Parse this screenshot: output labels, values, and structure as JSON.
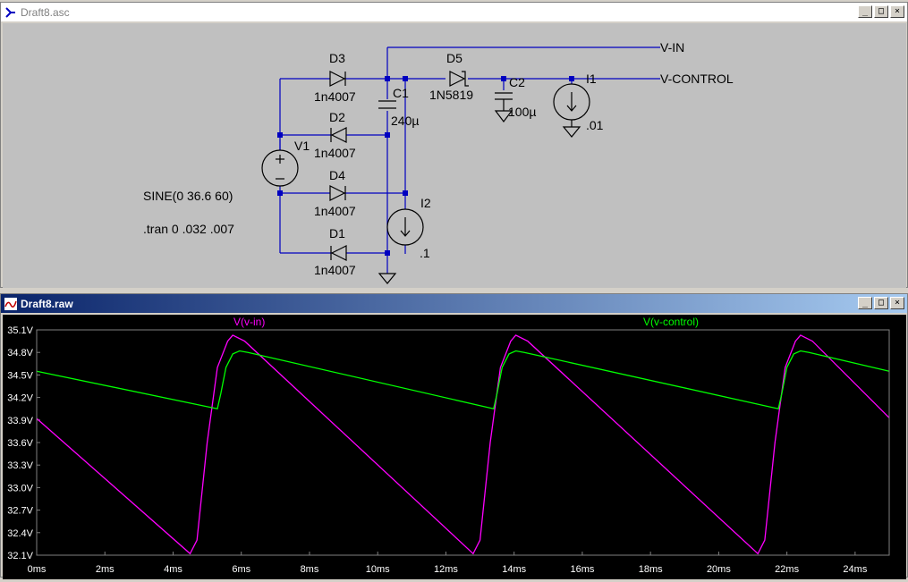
{
  "schematic_window": {
    "title": "Draft8.asc",
    "min_label": "_",
    "max_label": "□",
    "close_label": "×",
    "labels": {
      "d3": "D3",
      "d3_model": "1n4007",
      "d2": "D2",
      "d2_model": "1n4007",
      "d4": "D4",
      "d4_model": "1n4007",
      "d1": "D1",
      "d1_model": "1n4007",
      "d5": "D5",
      "d5_model": "1N5819",
      "c1": "C1",
      "c1_value": "240µ",
      "c2": "C2",
      "c2_value": "100µ",
      "v1": "V1",
      "v1_value": "SINE(0 36.6 60)",
      "tran": ".tran 0 .032 .007",
      "i1": "I1",
      "i1_value": ".01",
      "i2": "I2",
      "i2_value": ".1",
      "net_vin": "V-IN",
      "net_vcontrol": "V-CONTROL"
    },
    "colors": {
      "wire": "#0000c0",
      "component": "#000000",
      "background": "#c0c0c0"
    }
  },
  "waveform_window": {
    "title": "Draft8.raw",
    "min_label": "_",
    "max_label": "□",
    "close_label": "×",
    "trace_labels": {
      "vin": "V(v-in)",
      "vcontrol": "V(v-control)"
    },
    "colors": {
      "vin": "#ff00ff",
      "vcontrol": "#00ff00",
      "background": "#000000",
      "axis": "#808080",
      "ticks": "#ffffff"
    }
  },
  "chart_data": {
    "type": "line",
    "x_ticks": [
      "0ms",
      "2ms",
      "4ms",
      "6ms",
      "8ms",
      "10ms",
      "12ms",
      "14ms",
      "16ms",
      "18ms",
      "20ms",
      "22ms",
      "24ms"
    ],
    "y_ticks": [
      "35.1V",
      "34.8V",
      "34.5V",
      "34.2V",
      "33.9V",
      "33.6V",
      "33.3V",
      "33.0V",
      "32.7V",
      "32.4V",
      "32.1V"
    ],
    "xlim": [
      0,
      25.0
    ],
    "ylim": [
      32.1,
      35.1
    ],
    "series": [
      {
        "name": "V(v-in)",
        "color": "#ff00ff",
        "x": [
          0,
          4.5,
          4.7,
          5.0,
          5.3,
          5.6,
          5.75,
          6.1,
          12.8,
          13.0,
          13.3,
          13.6,
          13.9,
          14.05,
          14.4,
          21.15,
          21.35,
          21.65,
          21.95,
          22.25,
          22.4,
          22.75,
          25.0
        ],
        "y": [
          33.92,
          32.12,
          32.3,
          33.6,
          34.6,
          34.95,
          35.03,
          34.95,
          32.12,
          32.3,
          33.6,
          34.6,
          34.95,
          35.03,
          34.95,
          32.12,
          32.3,
          33.6,
          34.6,
          34.95,
          35.03,
          34.95,
          33.93
        ]
      },
      {
        "name": "V(v-control)",
        "color": "#00ff00",
        "x": [
          0,
          5.3,
          5.4,
          5.55,
          5.75,
          5.95,
          6.2,
          13.4,
          13.5,
          13.65,
          13.85,
          14.05,
          14.3,
          21.75,
          21.85,
          22.0,
          22.2,
          22.4,
          22.65,
          25.0
        ],
        "y": [
          34.55,
          34.05,
          34.25,
          34.6,
          34.78,
          34.82,
          34.8,
          34.05,
          34.25,
          34.6,
          34.78,
          34.82,
          34.8,
          34.05,
          34.25,
          34.6,
          34.78,
          34.82,
          34.8,
          34.55
        ]
      }
    ]
  }
}
